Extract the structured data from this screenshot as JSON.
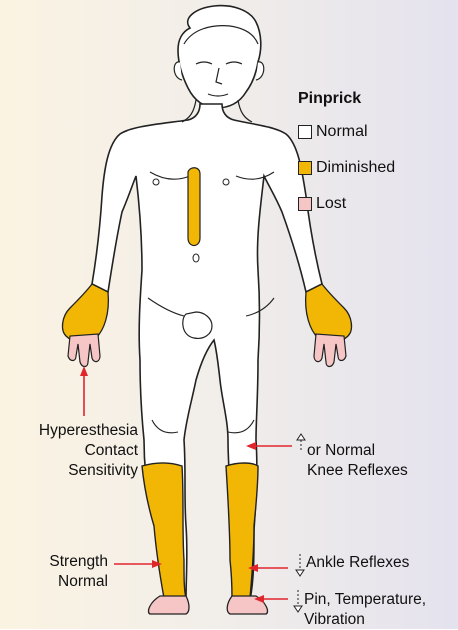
{
  "legend": {
    "title": "Pinprick",
    "items": [
      {
        "label": "Normal",
        "color": "#ffffff"
      },
      {
        "label": "Diminished",
        "color": "#f2b705"
      },
      {
        "label": "Lost",
        "color": "#f6c6c6"
      }
    ]
  },
  "annotations": {
    "hyperesthesia": {
      "line1": "Hyperesthesia",
      "line2": "Contact",
      "line3": "Sensitivity"
    },
    "knee": {
      "line1": "or Normal",
      "line2": "Knee Reflexes"
    },
    "strength": {
      "line1": "Strength",
      "line2": "Normal"
    },
    "ankle": {
      "line1": "Ankle Reflexes"
    },
    "pin": {
      "line1": "Pin, Temperature,",
      "line2": "Vibration"
    }
  },
  "colors": {
    "normal": "#ffffff",
    "diminished": "#f2b705",
    "lost": "#f6c6c6",
    "arrow": "#e0262d",
    "outline": "#222222"
  },
  "icons": {
    "up_arrow": "up-arrow-icon",
    "down_arrow": "down-arrow-icon"
  }
}
